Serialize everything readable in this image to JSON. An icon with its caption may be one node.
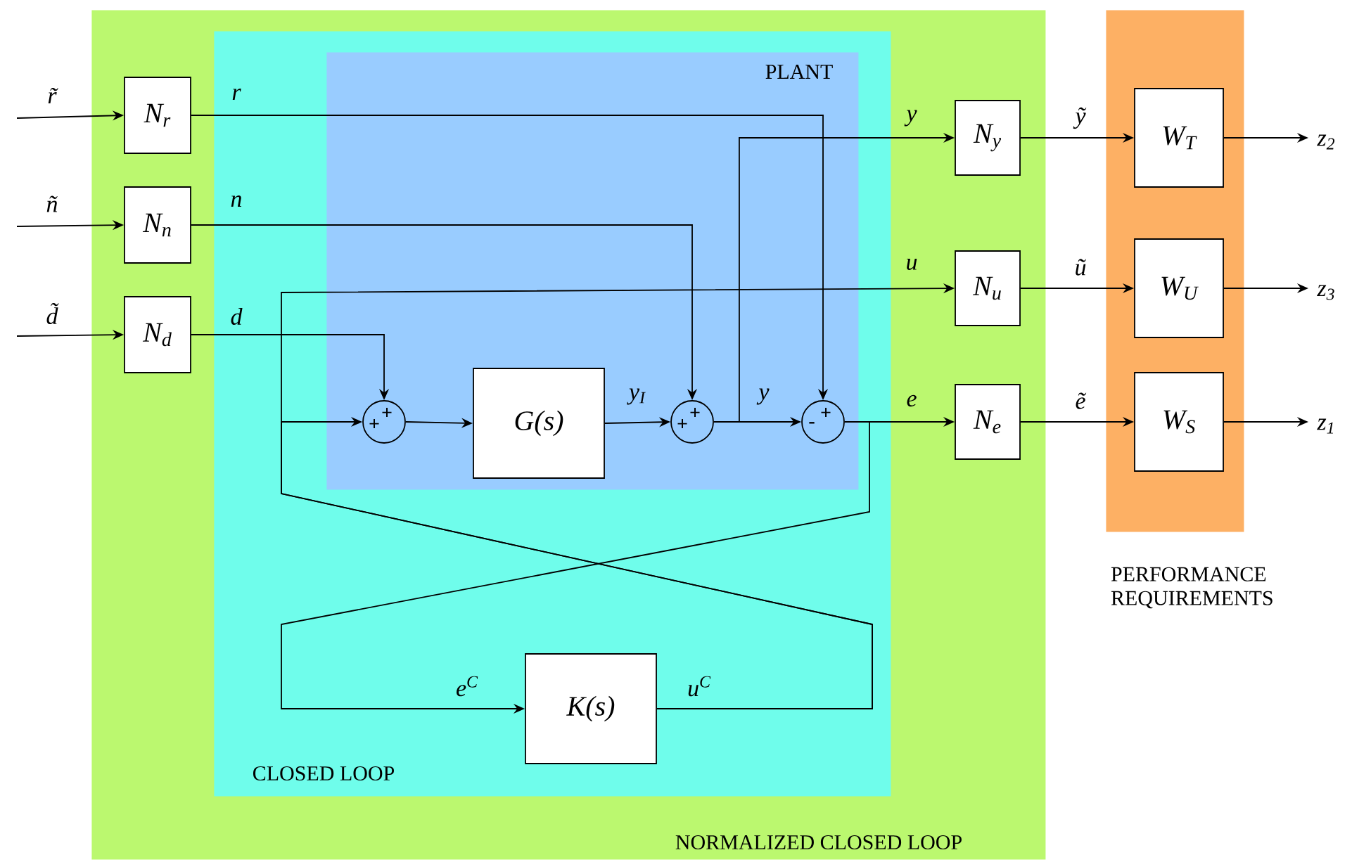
{
  "diagram": {
    "nodes": [
      {
        "text": [
          "NORMALIZED CLOSED LOOP"
        ]
      },
      {
        "text": [
          "CLOSED LOOP"
        ],
        "in": 0
      },
      {
        "text": [
          "PLANT"
        ],
        "in": 1
      },
      {
        "text": [
          "PERFORMANCE REQUIREMENTS"
        ]
      },
      {
        "text": [
          "N$_{r}$"
        ],
        "in": 0
      },
      {
        "text": [
          "N$_{n}$"
        ],
        "in": 0
      },
      {
        "text": [
          "N$_{d}$"
        ],
        "in": 0
      },
      {
        "text": [
          "+",
          "+"
        ],
        "in": 2
      },
      {
        "text": [
          "G(s)"
        ],
        "in": 2
      },
      {
        "text": [
          "+",
          "+"
        ],
        "in": 2
      },
      {
        "text": [
          "+",
          "-"
        ],
        "in": 2
      },
      {
        "text": [
          "K(s)"
        ],
        "in": 1
      },
      {
        "text": [
          "N$_{y}$"
        ],
        "in": 0
      },
      {
        "text": [
          "N$_{u}$"
        ],
        "in": 0
      },
      {
        "text": [
          "N$_{e}$"
        ],
        "in": 0
      },
      {
        "text": [
          "W$_{T}$"
        ],
        "in": 3
      },
      {
        "text": [
          "W$_{U}$"
        ],
        "in": 3
      },
      {
        "text": [
          "W$_{S}$"
        ],
        "in": 3
      }
    ],
    "edges": [
      {
        "from": null,
        "to": 4,
        "arrow": "to",
        "label": "r̃"
      },
      {
        "from": null,
        "to": 5,
        "arrow": "to",
        "label": "ñ"
      },
      {
        "from": null,
        "to": 6,
        "arrow": "to",
        "label": "d̃"
      },
      {
        "from": 4,
        "to": 10,
        "arrow": "to",
        "label": "r"
      },
      {
        "from": 5,
        "to": 9,
        "arrow": "to",
        "label": "n"
      },
      {
        "from": 6,
        "to": 7,
        "arrow": "to",
        "label": "d"
      },
      {
        "from": 7,
        "to": 8,
        "arrow": "to"
      },
      {
        "from": 8,
        "to": 9,
        "arrow": "to",
        "label": "y$_{I}$"
      },
      {
        "from": 9,
        "to": 10,
        "arrow": "to",
        "label": "y"
      },
      {
        "from": 9,
        "to": 12,
        "arrow": "to",
        "label": "y"
      },
      {
        "from": 10,
        "to": 14,
        "arrow": "to",
        "label": "e"
      },
      {
        "from": 10,
        "to": 11,
        "arrow": "to",
        "label": "e$^{C}$"
      },
      {
        "from": 11,
        "to": 7,
        "arrow": "to",
        "label": "u$^{C}$"
      },
      {
        "from": 11,
        "to": 13,
        "arrow": "to",
        "label": "u"
      },
      {
        "from": 12,
        "to": 15,
        "arrow": "to",
        "label": "ỹ"
      },
      {
        "from": 13,
        "to": 16,
        "arrow": "to",
        "label": "ũ"
      },
      {
        "from": 14,
        "to": 17,
        "arrow": "to",
        "label": "ẽ"
      },
      {
        "from": 15,
        "to": null,
        "arrow": "to",
        "label": "z$_{2}$"
      },
      {
        "from": 16,
        "to": null,
        "arrow": "to",
        "label": "z$_{3}$"
      },
      {
        "from": 17,
        "to": null,
        "arrow": "to",
        "label": "z$_{1}$"
      }
    ]
  }
}
